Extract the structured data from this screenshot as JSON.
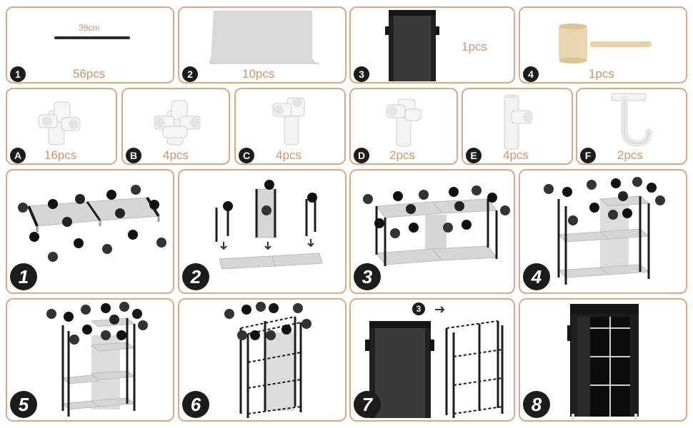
{
  "parts": [
    {
      "id": "1",
      "qty": "56pcs",
      "length_label": "39cm"
    },
    {
      "id": "2",
      "qty": "10pcs"
    },
    {
      "id": "3",
      "qty": "1pcs"
    },
    {
      "id": "4",
      "qty": "1pcs"
    }
  ],
  "connectors": [
    {
      "id": "A",
      "qty": "16pcs"
    },
    {
      "id": "B",
      "qty": "4pcs"
    },
    {
      "id": "C",
      "qty": "4pcs"
    },
    {
      "id": "D",
      "qty": "2pcs"
    },
    {
      "id": "E",
      "qty": "4pcs"
    },
    {
      "id": "F",
      "qty": "2pcs"
    }
  ],
  "steps": [
    "1",
    "2",
    "3",
    "4",
    "5",
    "6",
    "7",
    "8"
  ],
  "step7_arrow_label": "3",
  "colors": {
    "border": "#d8a98b",
    "qty_text": "#c9956f",
    "badge": "#1c1c1c",
    "cover": "#1e1e1e",
    "panel_fill": "#d9d9d9"
  }
}
